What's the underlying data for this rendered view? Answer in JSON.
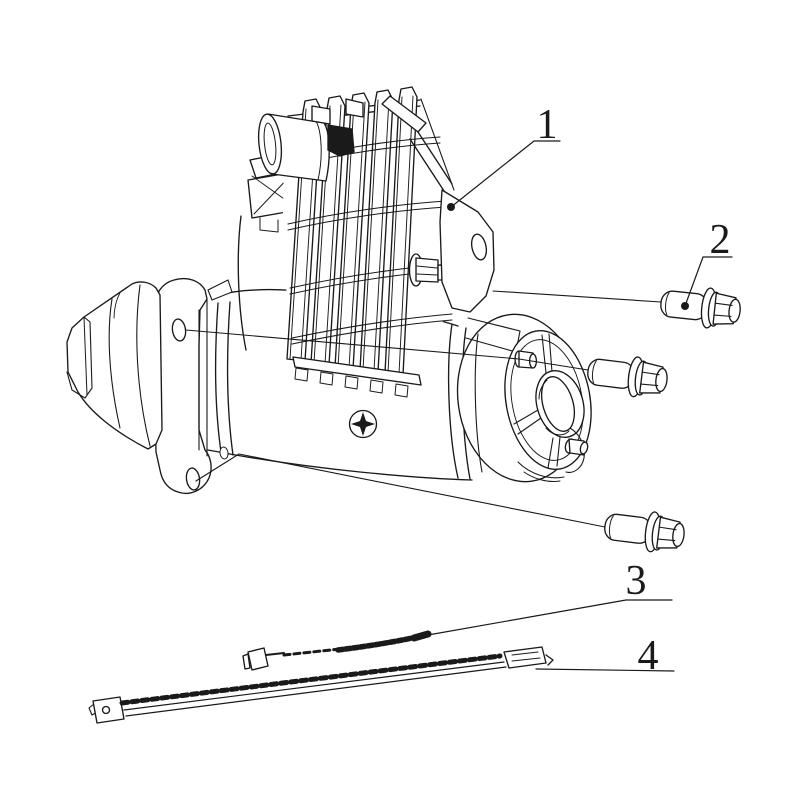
{
  "figure": {
    "background_color": "#ffffff",
    "line_color": "#1a1a1a",
    "callouts": [
      {
        "label": "1"
      },
      {
        "label": "2"
      },
      {
        "label": "3"
      },
      {
        "label": "4"
      }
    ]
  }
}
